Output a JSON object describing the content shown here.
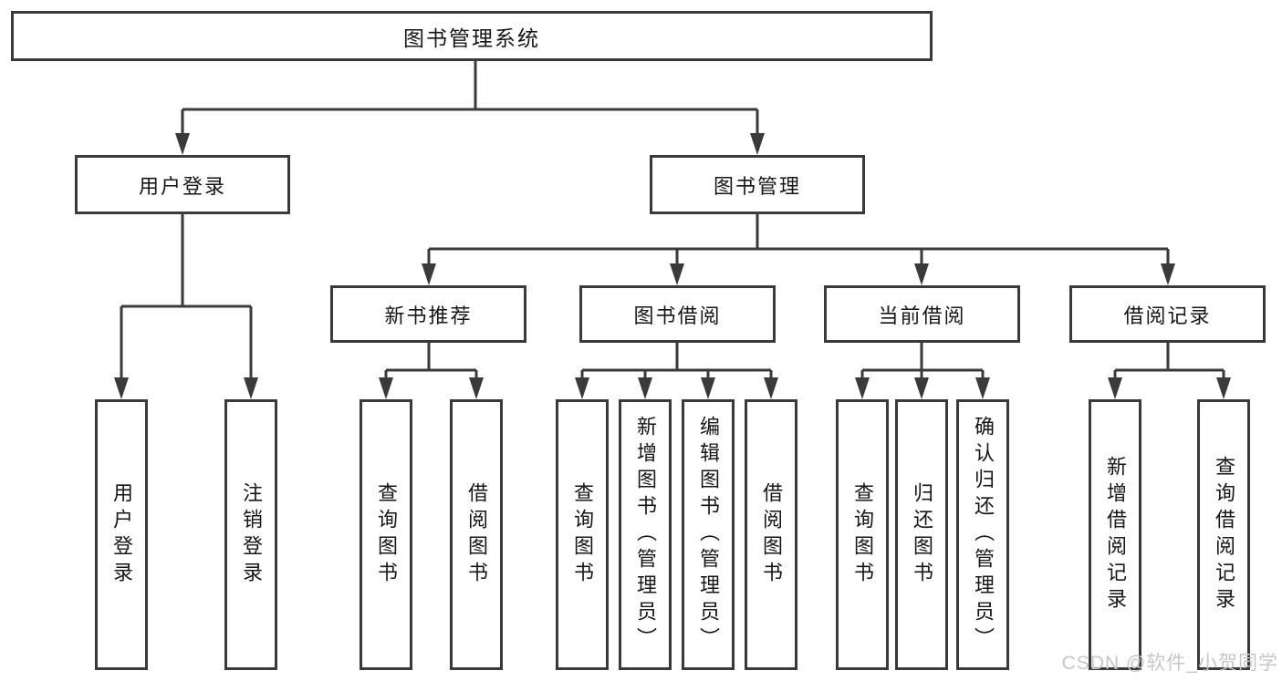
{
  "diagram": {
    "type": "hierarchy-tree",
    "watermark": "CSDN @软件_小贺同学",
    "colors": {
      "background": "#ffffff",
      "line": "#3a3a3a",
      "box_border": "#3a3a3a",
      "box_fill": "#ffffff",
      "text": "#161616",
      "watermark": "#c7c7c7"
    },
    "nodes": {
      "root": {
        "label": "图书管理系统"
      },
      "user_login": {
        "label": "用户登录"
      },
      "book_mgmt": {
        "label": "图书管理"
      },
      "new_book_rec": {
        "label": "新书推荐"
      },
      "book_borrow": {
        "label": "图书借阅"
      },
      "current_borrow": {
        "label": "当前借阅"
      },
      "borrow_records": {
        "label": "借阅记录"
      },
      "leaf_user_login": {
        "label": "用户登录"
      },
      "leaf_logout": {
        "label": "注销登录"
      },
      "leaf_query_book_1": {
        "label": "查询图书"
      },
      "leaf_borrow_book_1": {
        "label": "借阅图书"
      },
      "leaf_query_book_2": {
        "label": "查询图书"
      },
      "leaf_add_book": {
        "label": "新增图书（管理员）"
      },
      "leaf_edit_book": {
        "label": "编辑图书（管理员）"
      },
      "leaf_borrow_book_2": {
        "label": "借阅图书"
      },
      "leaf_query_book_3": {
        "label": "查询图书"
      },
      "leaf_return_book": {
        "label": "归还图书"
      },
      "leaf_confirm_return": {
        "label": "确认归还（管理员）"
      },
      "leaf_add_record": {
        "label": "新增借阅记录"
      },
      "leaf_query_record": {
        "label": "查询借阅记录"
      }
    },
    "hierarchy": {
      "root": [
        "user_login",
        "book_mgmt"
      ],
      "user_login": [
        "leaf_user_login",
        "leaf_logout"
      ],
      "book_mgmt": [
        "new_book_rec",
        "book_borrow",
        "current_borrow",
        "borrow_records"
      ],
      "new_book_rec": [
        "leaf_query_book_1",
        "leaf_borrow_book_1"
      ],
      "book_borrow": [
        "leaf_query_book_2",
        "leaf_add_book",
        "leaf_edit_book",
        "leaf_borrow_book_2"
      ],
      "current_borrow": [
        "leaf_query_book_3",
        "leaf_return_book",
        "leaf_confirm_return"
      ],
      "borrow_records": [
        "leaf_add_record",
        "leaf_query_record"
      ]
    }
  }
}
